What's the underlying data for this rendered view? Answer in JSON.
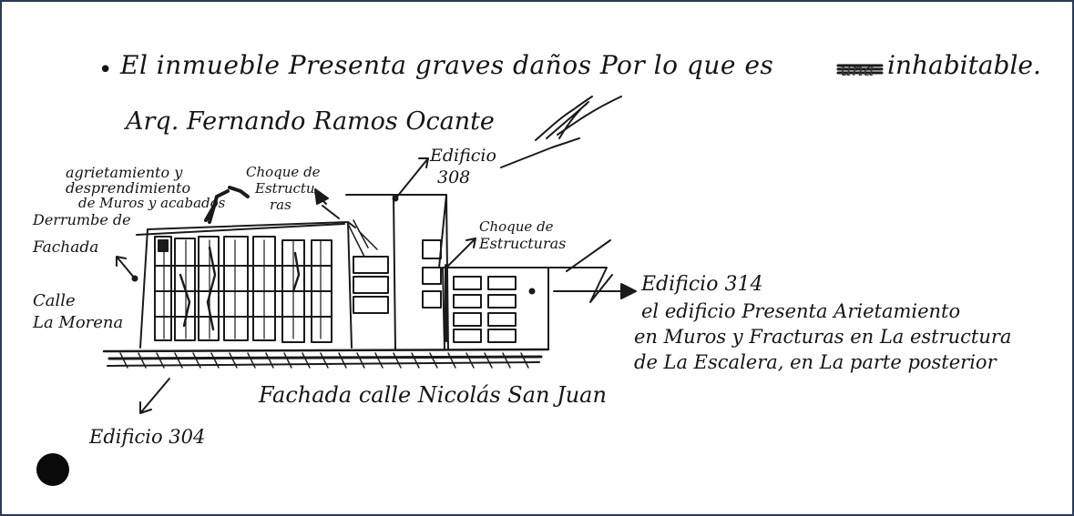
{
  "note": {
    "bullet": "•",
    "line_start": "El inmueble Presenta graves daños Por lo que es",
    "crossed_word": "una",
    "line_end": "inhabitable."
  },
  "author": {
    "name": "Arq. Fernando Ramos Ocante"
  },
  "labels": {
    "agrietamiento_1": "agrietamiento y",
    "agrietamiento_2": "desprendimiento",
    "agrietamiento_3": "de Muros y acabados",
    "choque_top_1": "Choque de",
    "choque_top_2": "Estructu",
    "choque_top_3": "ras",
    "edificio_308_1": "Edificio",
    "edificio_308_2": "308",
    "choque_right_1": "Choque de",
    "choque_right_2": "Estructuras",
    "derrumbe_1": "Derrumbe de",
    "derrumbe_2": "Fachada",
    "calle_1": "Calle",
    "calle_2": "La Morena",
    "edificio_314": "Edificio 314",
    "desc_1": "el edificio Presenta Arietamiento",
    "desc_2": "en Muros y Fracturas en La estructura",
    "desc_3": "de La Escalera, en La parte posterior",
    "fachada": "Fachada calle Nicolás San Juan",
    "edificio_304": "Edificio 304"
  }
}
